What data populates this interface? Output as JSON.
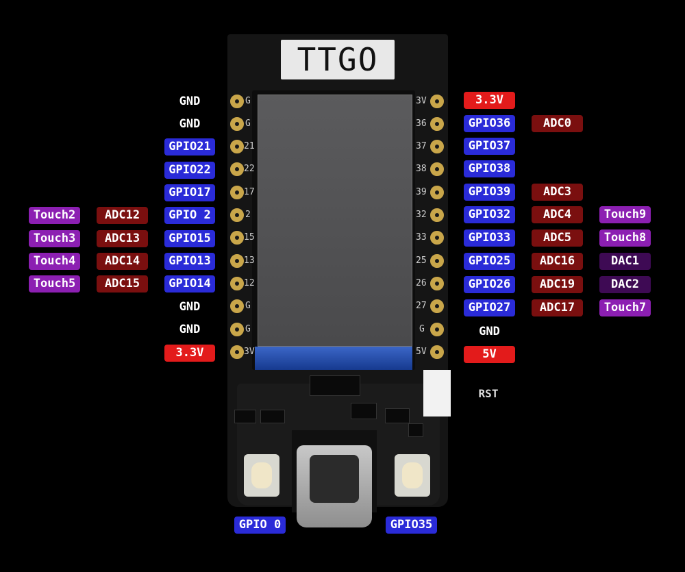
{
  "board": {
    "brand": "TTGO"
  },
  "silkscreen": {
    "left": [
      "G",
      "G",
      "21",
      "22",
      "17",
      "2",
      "15",
      "13",
      "12",
      "G",
      "G",
      "3V"
    ],
    "right": [
      "3V",
      "36",
      "37",
      "38",
      "39",
      "32",
      "33",
      "25",
      "26",
      "27",
      "G",
      "5V"
    ]
  },
  "left_plain": [
    "GND",
    "GND",
    "GND",
    "GND"
  ],
  "left_gpio": [
    "GPIO21",
    "GPIO22",
    "GPIO17",
    "GPIO 2",
    "GPIO15",
    "GPIO13",
    "GPIO14"
  ],
  "left_power": "3.3V",
  "left_adc": [
    "ADC12",
    "ADC13",
    "ADC14",
    "ADC15"
  ],
  "left_touch": [
    "Touch2",
    "Touch3",
    "Touch4",
    "Touch5"
  ],
  "right_power_top": "3.3V",
  "right_gpio": [
    "GPIO36",
    "GPIO37",
    "GPIO38",
    "GPIO39",
    "GPIO32",
    "GPIO33",
    "GPIO25",
    "GPIO26",
    "GPIO27"
  ],
  "right_plain": "GND",
  "right_power_bottom": "5V",
  "right_adc": [
    "ADC0",
    "ADC3",
    "ADC4",
    "ADC5",
    "ADC16",
    "ADC19",
    "ADC17"
  ],
  "right_touch": [
    "Touch9",
    "Touch8",
    "Touch7"
  ],
  "right_dac": [
    "DAC1",
    "DAC2"
  ],
  "rst_label": "RST",
  "bottom_gpio": [
    "GPIO 0",
    "GPIO35"
  ],
  "colors": {
    "gpio": "#2a2bd8",
    "power": "#e31b1b",
    "adc": "#7a0f0f",
    "touch": "#8c1fb2",
    "dac": "#3e0a54",
    "pcb": "#151515",
    "pin": "#c9a64a"
  }
}
